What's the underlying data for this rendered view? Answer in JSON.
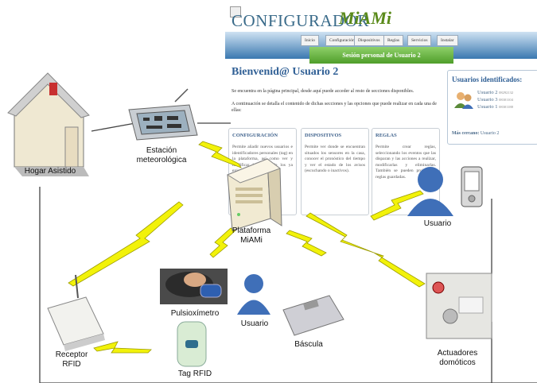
{
  "screenshot": {
    "brand": "CONFIGURADOR",
    "brand_logo": "MiAMi",
    "nav": [
      "Inicio",
      "Configuración",
      "Dispositivos",
      "Reglas",
      "Servicios",
      "Instalar"
    ],
    "session_bar": "Sesión personal de Usuario 2",
    "welcome": "Bienvenid@ Usuario 2",
    "intro_1": "Se encuentra en la página principal, desde aquí puede acceder al resto de secciones disponibles.",
    "intro_2": "A continuación se detalla el contenido de dichas secciones y las opciones que puede realizar en cada una de ellas:",
    "cards": [
      {
        "title": "CONFIGURACIÓN",
        "text": "Permite añadir nuevos usuarios e identificadores personales (tag) en la plataforma, así como ver y modificar los datos de los ya existentes."
      },
      {
        "title": "DISPOSITIVOS",
        "text": "Permite ver donde se encuentran situados los sensores en la casa, conocer el pronóstico del tiempo y ver el estado de los avisos (escuchando o inactivos)."
      },
      {
        "title": "REGLAS",
        "text": "Permite crear reglas, seleccionando los eventos que las disparan y las acciones a realizar, modificarlas y eliminarlas. También se pueden probar las reglas guardadas."
      }
    ],
    "side": {
      "title": "Usuarios identificados:",
      "users": [
        {
          "name": "Usuario 2",
          "id": "08292132"
        },
        {
          "name": "Usuario 3",
          "id": "08301104"
        },
        {
          "name": "Usuario 1",
          "id": "08301188"
        }
      ],
      "nearest_label": "Más cercano:",
      "nearest_value": "Usuario 2"
    }
  },
  "labels": {
    "hogar": "Hogar Asistido",
    "estacion_1": "Estación",
    "estacion_2": "meteorológica",
    "plataforma_1": "Plataforma",
    "plataforma_2": "MiAMi",
    "usuario_right": "Usuario",
    "pulsioximetro": "Pulsioxímetro",
    "usuario_center": "Usuario",
    "bascula": "Báscula",
    "receptor_1": "Receptor",
    "receptor_2": "RFID",
    "tag": "Tag RFID",
    "actuadores_1": "Actuadores",
    "actuadores_2": "domóticos"
  },
  "colors": {
    "lightning": "#f2f20a",
    "lightning_stroke": "#9c9c00",
    "title_blue": "#2f5f95",
    "session_green": "#5fae33",
    "user_blue": "#3f6fb8"
  },
  "icons": [
    "house-icon",
    "weather-station-icon",
    "server-icon",
    "user-icon",
    "pda-icon",
    "pulse-oximeter-icon",
    "scale-icon",
    "rfid-receiver-icon",
    "rfid-tag-icon",
    "home-automation-actuator-icon"
  ]
}
